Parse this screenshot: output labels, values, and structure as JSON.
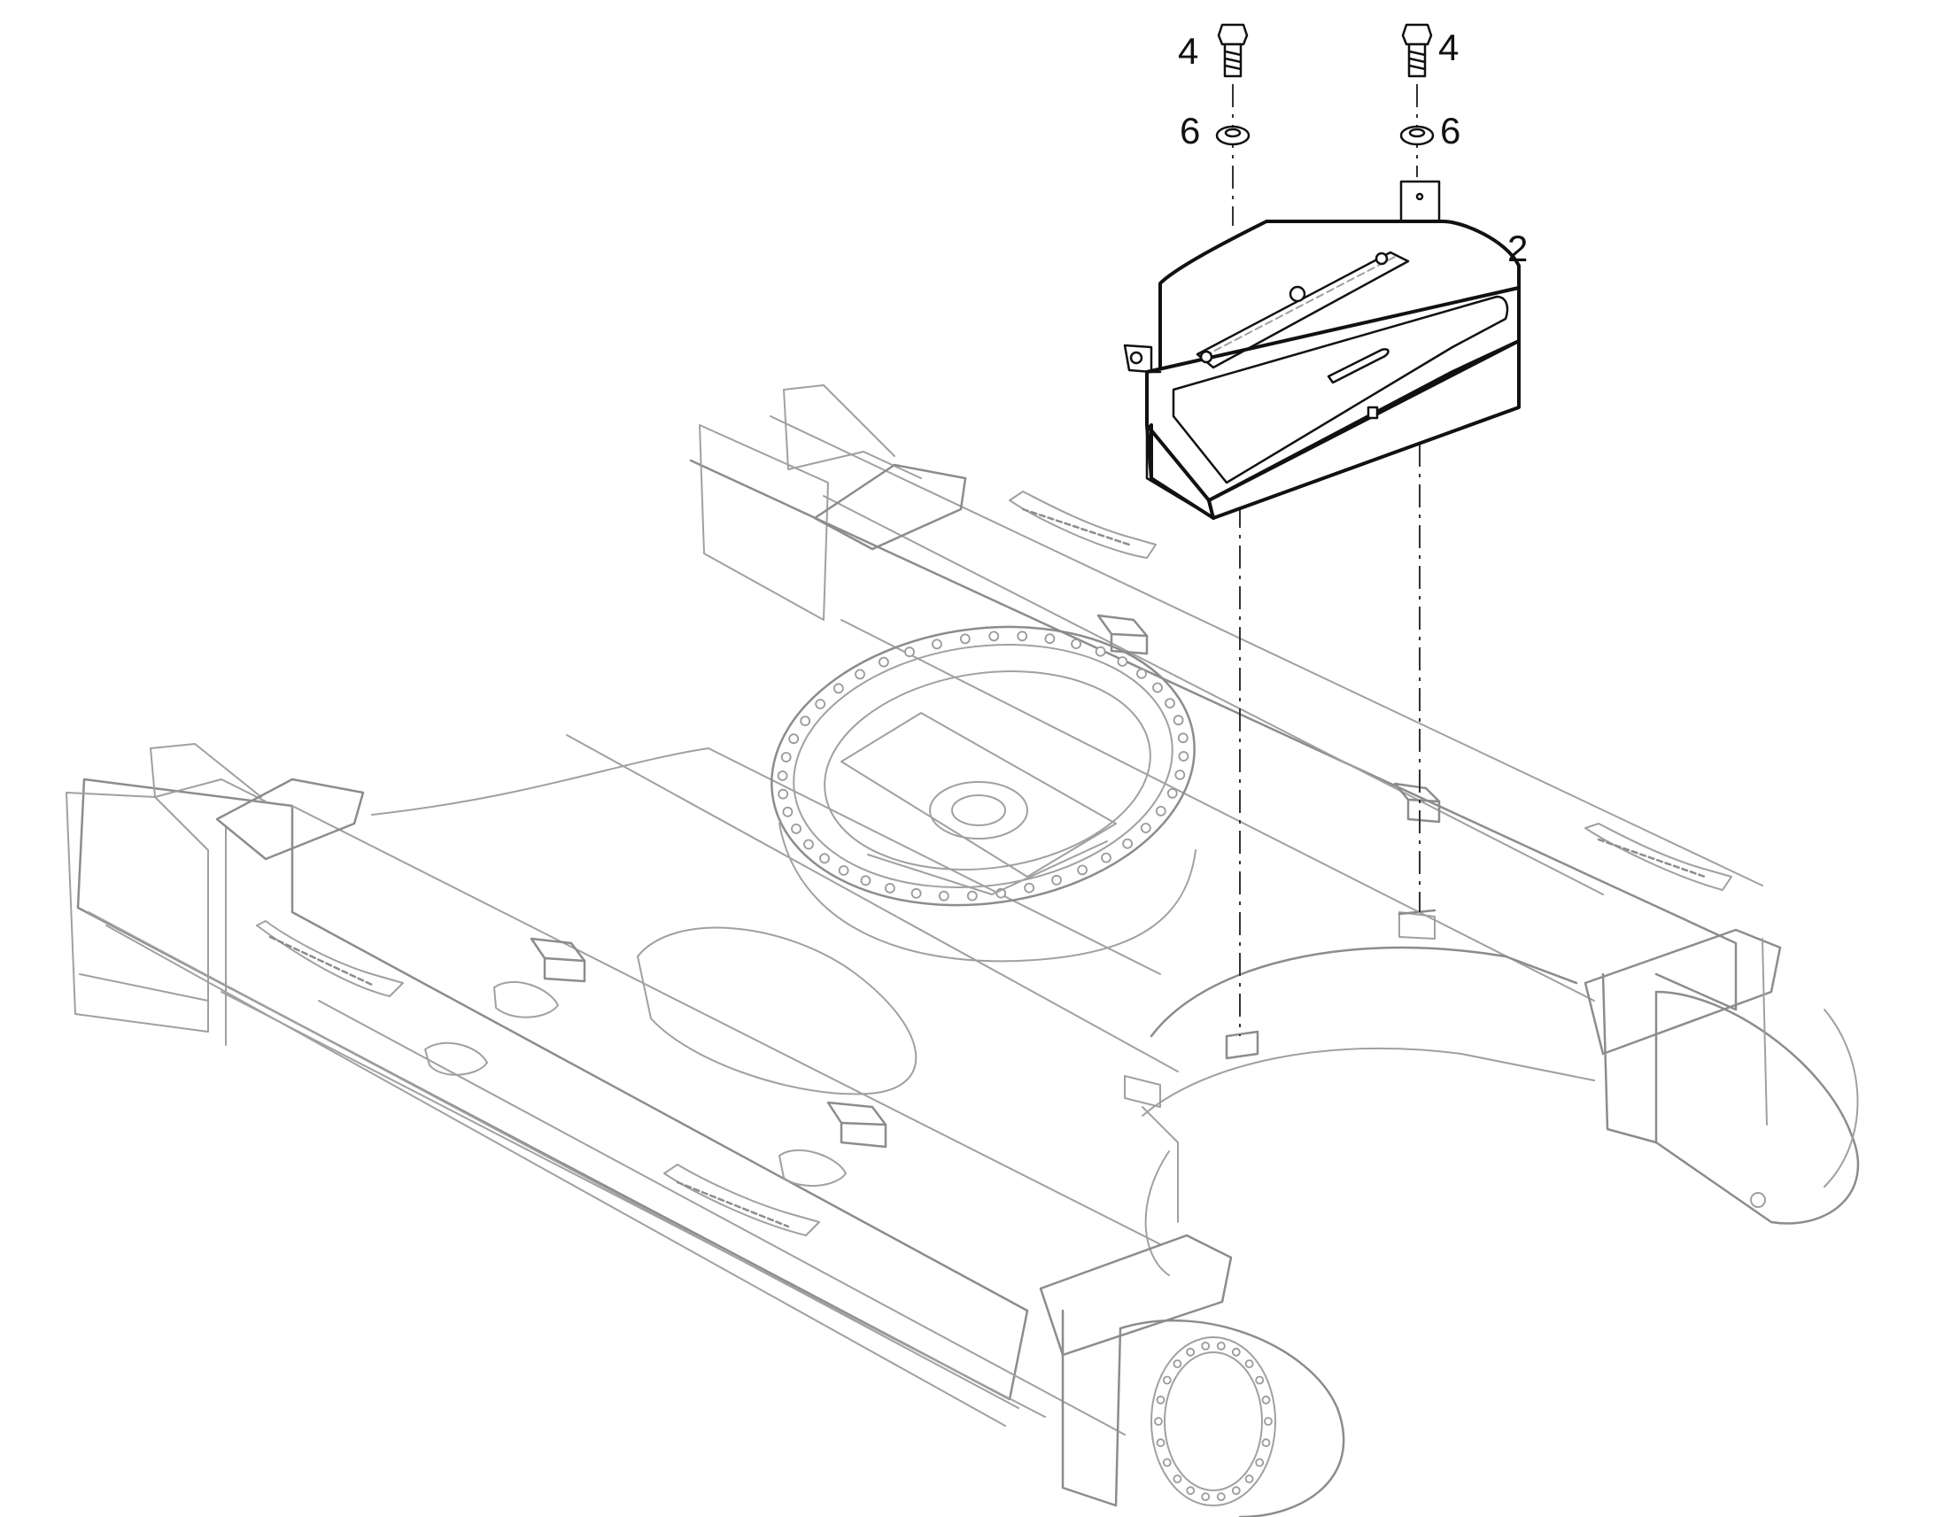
{
  "figure": {
    "callouts": [
      {
        "id": "bolt-left",
        "label": "4"
      },
      {
        "id": "bolt-right",
        "label": "4"
      },
      {
        "id": "washer-left",
        "label": "6"
      },
      {
        "id": "washer-right",
        "label": "6"
      },
      {
        "id": "toolbox",
        "label": "2"
      }
    ]
  }
}
